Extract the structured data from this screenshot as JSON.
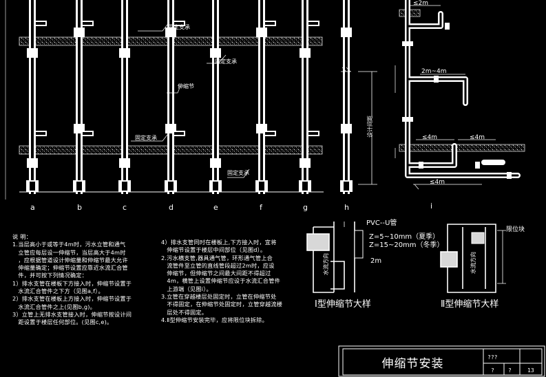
{
  "colors": {
    "background": "#000000",
    "line": "#ffffff",
    "pipe": "#ffffff",
    "fill": "#d8d8d8",
    "yellow": "#e6e600",
    "cyan": "#00e6e6",
    "red": "#e60000",
    "green": "#00e600"
  },
  "columns": [
    "a",
    "b",
    "c",
    "d",
    "e",
    "f",
    "g",
    "h"
  ],
  "panel_i": "i",
  "labels": {
    "fixed_support": "固定支承",
    "expansion_joint": "伸缩节",
    "design_spacing": "设计间距",
    "le2m_top": "≤2m",
    "two_to_four": "2m~4m",
    "le4m_left": "≤4m",
    "le4m_right": "≤4m",
    "le4m_bottom": "≤4m"
  },
  "detail": {
    "pvc": "PVC--U管",
    "z_summer": "Z=5~10mm（夏季）",
    "z_winter": "Z=15~20mm（冬季）",
    "two_m": "2m",
    "water_dir": "水流方向",
    "limit_block": "限位块",
    "type1": "Ⅰ型伸缩节大样",
    "type2": "Ⅱ型伸缩节大样"
  },
  "notes_left": [
    "说 明：",
    "1.当层高小于或等于4m时，污水立管和通气",
    "   立管应每层设一伸缩节，当层高大于4m时",
    "   ，应根据管道设计伸缩量和伸缩节最大允许",
    "   伸缩量确定；伸缩节设置应靠近水流汇合管",
    "   件，并可按下列情况确定：",
    "1）排水支管在楼板下方接入时，伸缩节设置于",
    "   水流汇合管件之下方（见图a,f）。",
    "2）排水支管在楼板上方接入时，伸缩节设置于",
    "   水流汇合管件之上(见图b,g)。",
    "3）立管上无排水支管接入时，伸缩节按设计间",
    "   距设置于楼层任何部位。(见图c,e)。"
  ],
  "notes_right": [
    "4）排水支管同时在楼板上,下方接入时，宜将",
    "   伸缩节设置于楼层中间部位（见图d）。",
    "2.污水横支管,器具通气管，环形通气管上合",
    "   流管件至立管的直线管段超过2m时，应设",
    "   伸缩节，但伸缩节之间最大间距不得超过",
    "   4m，横管上设置伸缩节应设于水流汇合管件",
    "   上游端（见图i）。",
    "3.立管在穿越楼层处固定时，立管在伸缩节处",
    "   不得固定，在伸缩节处固定时，立管穿越流楼",
    "   层处不得固定。",
    "4.Ⅱ型伸缩节安装完毕，应将限位块拆除。"
  ],
  "title_block": {
    "title": "伸缩节安装",
    "code": "???",
    "q1": "?",
    "q2": "?",
    "page": "13"
  }
}
